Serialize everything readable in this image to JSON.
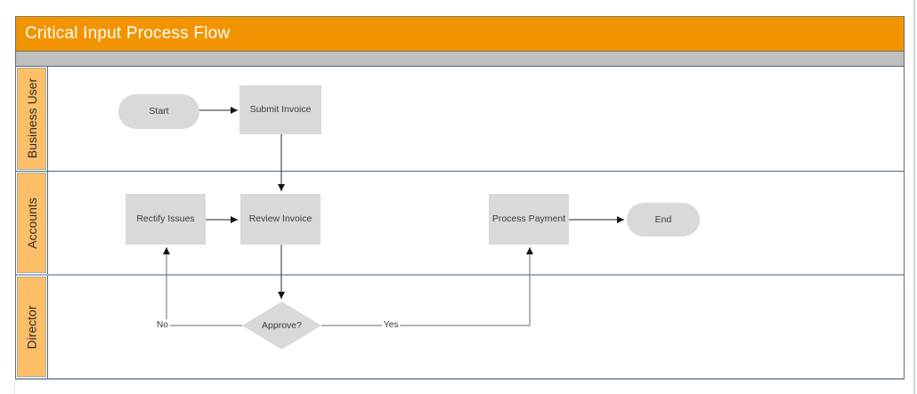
{
  "header": {
    "title": "Critical Input Process Flow"
  },
  "lanes": [
    {
      "label": "Business User"
    },
    {
      "label": "Accounts"
    },
    {
      "label": "Director"
    }
  ],
  "nodes": {
    "start": {
      "label": "Start",
      "type": "terminator",
      "lane": "Business User"
    },
    "submit_invoice": {
      "label": "Submit Invoice",
      "type": "process",
      "lane": "Business User"
    },
    "rectify_issues": {
      "label": "Rectify Issues",
      "type": "process",
      "lane": "Accounts"
    },
    "review_invoice": {
      "label": "Review Invoice",
      "type": "process",
      "lane": "Accounts"
    },
    "approve": {
      "label": "Approve?",
      "type": "decision",
      "lane": "Director"
    },
    "process_payment": {
      "label": "Process Payment",
      "type": "process",
      "lane": "Accounts"
    },
    "end": {
      "label": "End",
      "type": "terminator",
      "lane": "Accounts"
    }
  },
  "edges": [
    {
      "from": "Start",
      "to": "Submit Invoice",
      "label": ""
    },
    {
      "from": "Submit Invoice",
      "to": "Review Invoice",
      "label": ""
    },
    {
      "from": "Rectify Issues",
      "to": "Review Invoice",
      "label": ""
    },
    {
      "from": "Review Invoice",
      "to": "Approve?",
      "label": ""
    },
    {
      "from": "Approve?",
      "to": "Rectify Issues",
      "label": "No"
    },
    {
      "from": "Approve?",
      "to": "Process Payment",
      "label": "Yes"
    },
    {
      "from": "Process Payment",
      "to": "End",
      "label": ""
    }
  ],
  "colors": {
    "title_bar": "#F29400",
    "lane_label_fill": "#FCBE67",
    "phase_bar": "#BFBFBF",
    "shape_fill": "#D9D9D9",
    "grid_line": "#4A6A86",
    "thick_divider": "#9FB0BC",
    "connector": "#4E4E4E",
    "title_text": "#FFFFFF"
  }
}
